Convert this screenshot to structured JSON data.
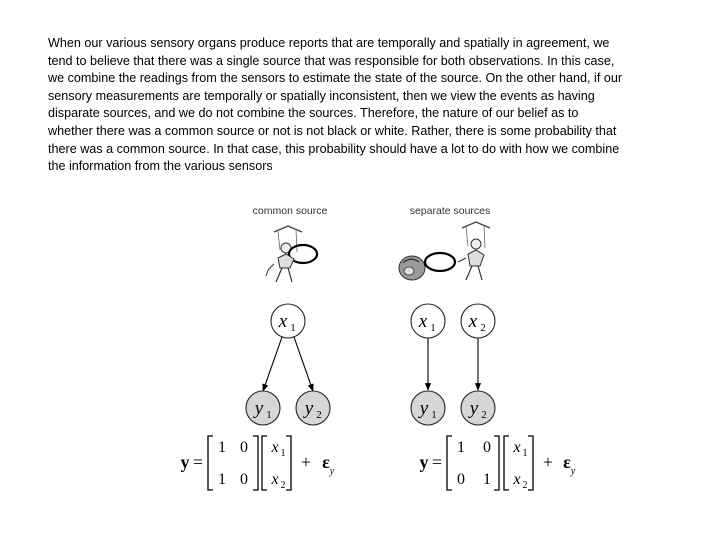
{
  "paragraph": "When our various sensory organs produce reports that are temporally and spatially in agreement, we\ntend to believe that there was a single source that was responsible for both observations.  In this case,\nwe combine the readings from the sensors to estimate the state of the source.  On the other hand, if our\nsensory measurements are temporally or spatially inconsistent, then we view the events as having\ndisparate sources, and we do not combine the sources.  Therefore, the nature of our belief as to\nwhether there was a common source or not is not black or white.  Rather, there is some probability that\nthere was a common source.  In that case, this probability should have a lot to do with how we combine\nthe information from the various sensors",
  "figure": {
    "left": {
      "title": "common source",
      "node_x1": {
        "var": "x",
        "sub": "1"
      },
      "node_y1": {
        "var": "y",
        "sub": "1"
      },
      "node_y2": {
        "var": "y",
        "sub": "2"
      },
      "equation": {
        "lhs": "y",
        "equals": "=",
        "matrix": [
          [
            "1",
            "0"
          ],
          [
            "1",
            "0"
          ]
        ],
        "vector": [
          {
            "var": "x",
            "sub": "1"
          },
          {
            "var": "x",
            "sub": "2"
          }
        ],
        "plus": "+",
        "noise": "ε",
        "noise_sub": "y"
      }
    },
    "right": {
      "title": "separate sources",
      "node_x1": {
        "var": "x",
        "sub": "1"
      },
      "node_x2": {
        "var": "x",
        "sub": "2"
      },
      "node_y1": {
        "var": "y",
        "sub": "1"
      },
      "node_y2": {
        "var": "y",
        "sub": "2"
      },
      "equation": {
        "lhs": "y",
        "equals": "=",
        "matrix": [
          [
            "1",
            "0"
          ],
          [
            "0",
            "1"
          ]
        ],
        "vector": [
          {
            "var": "x",
            "sub": "1"
          },
          {
            "var": "x",
            "sub": "2"
          }
        ],
        "plus": "+",
        "noise": "ε",
        "noise_sub": "y"
      }
    }
  }
}
